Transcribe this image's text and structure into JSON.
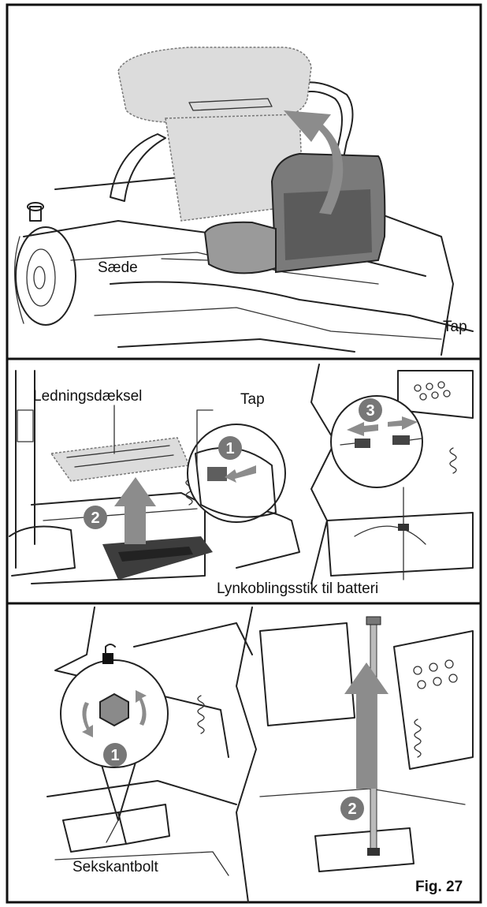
{
  "panels": {
    "top": {
      "labels": {
        "seat": "Sæde",
        "tab": "Tap"
      }
    },
    "middle": {
      "labels": {
        "wire_cover": "Ledningsdæksel",
        "tab": "Tap",
        "connector": "Lynkoblingsstik til batteri"
      },
      "steps": [
        "1",
        "2",
        "3"
      ]
    },
    "bottom": {
      "labels": {
        "bolt": "Sekskantbolt"
      },
      "steps": [
        "1",
        "2"
      ]
    }
  },
  "figure_label": "Fig. 27",
  "colors": {
    "line": "#222222",
    "arrow": "#8c8c8c",
    "badge": "#777777",
    "background": "#ffffff"
  }
}
